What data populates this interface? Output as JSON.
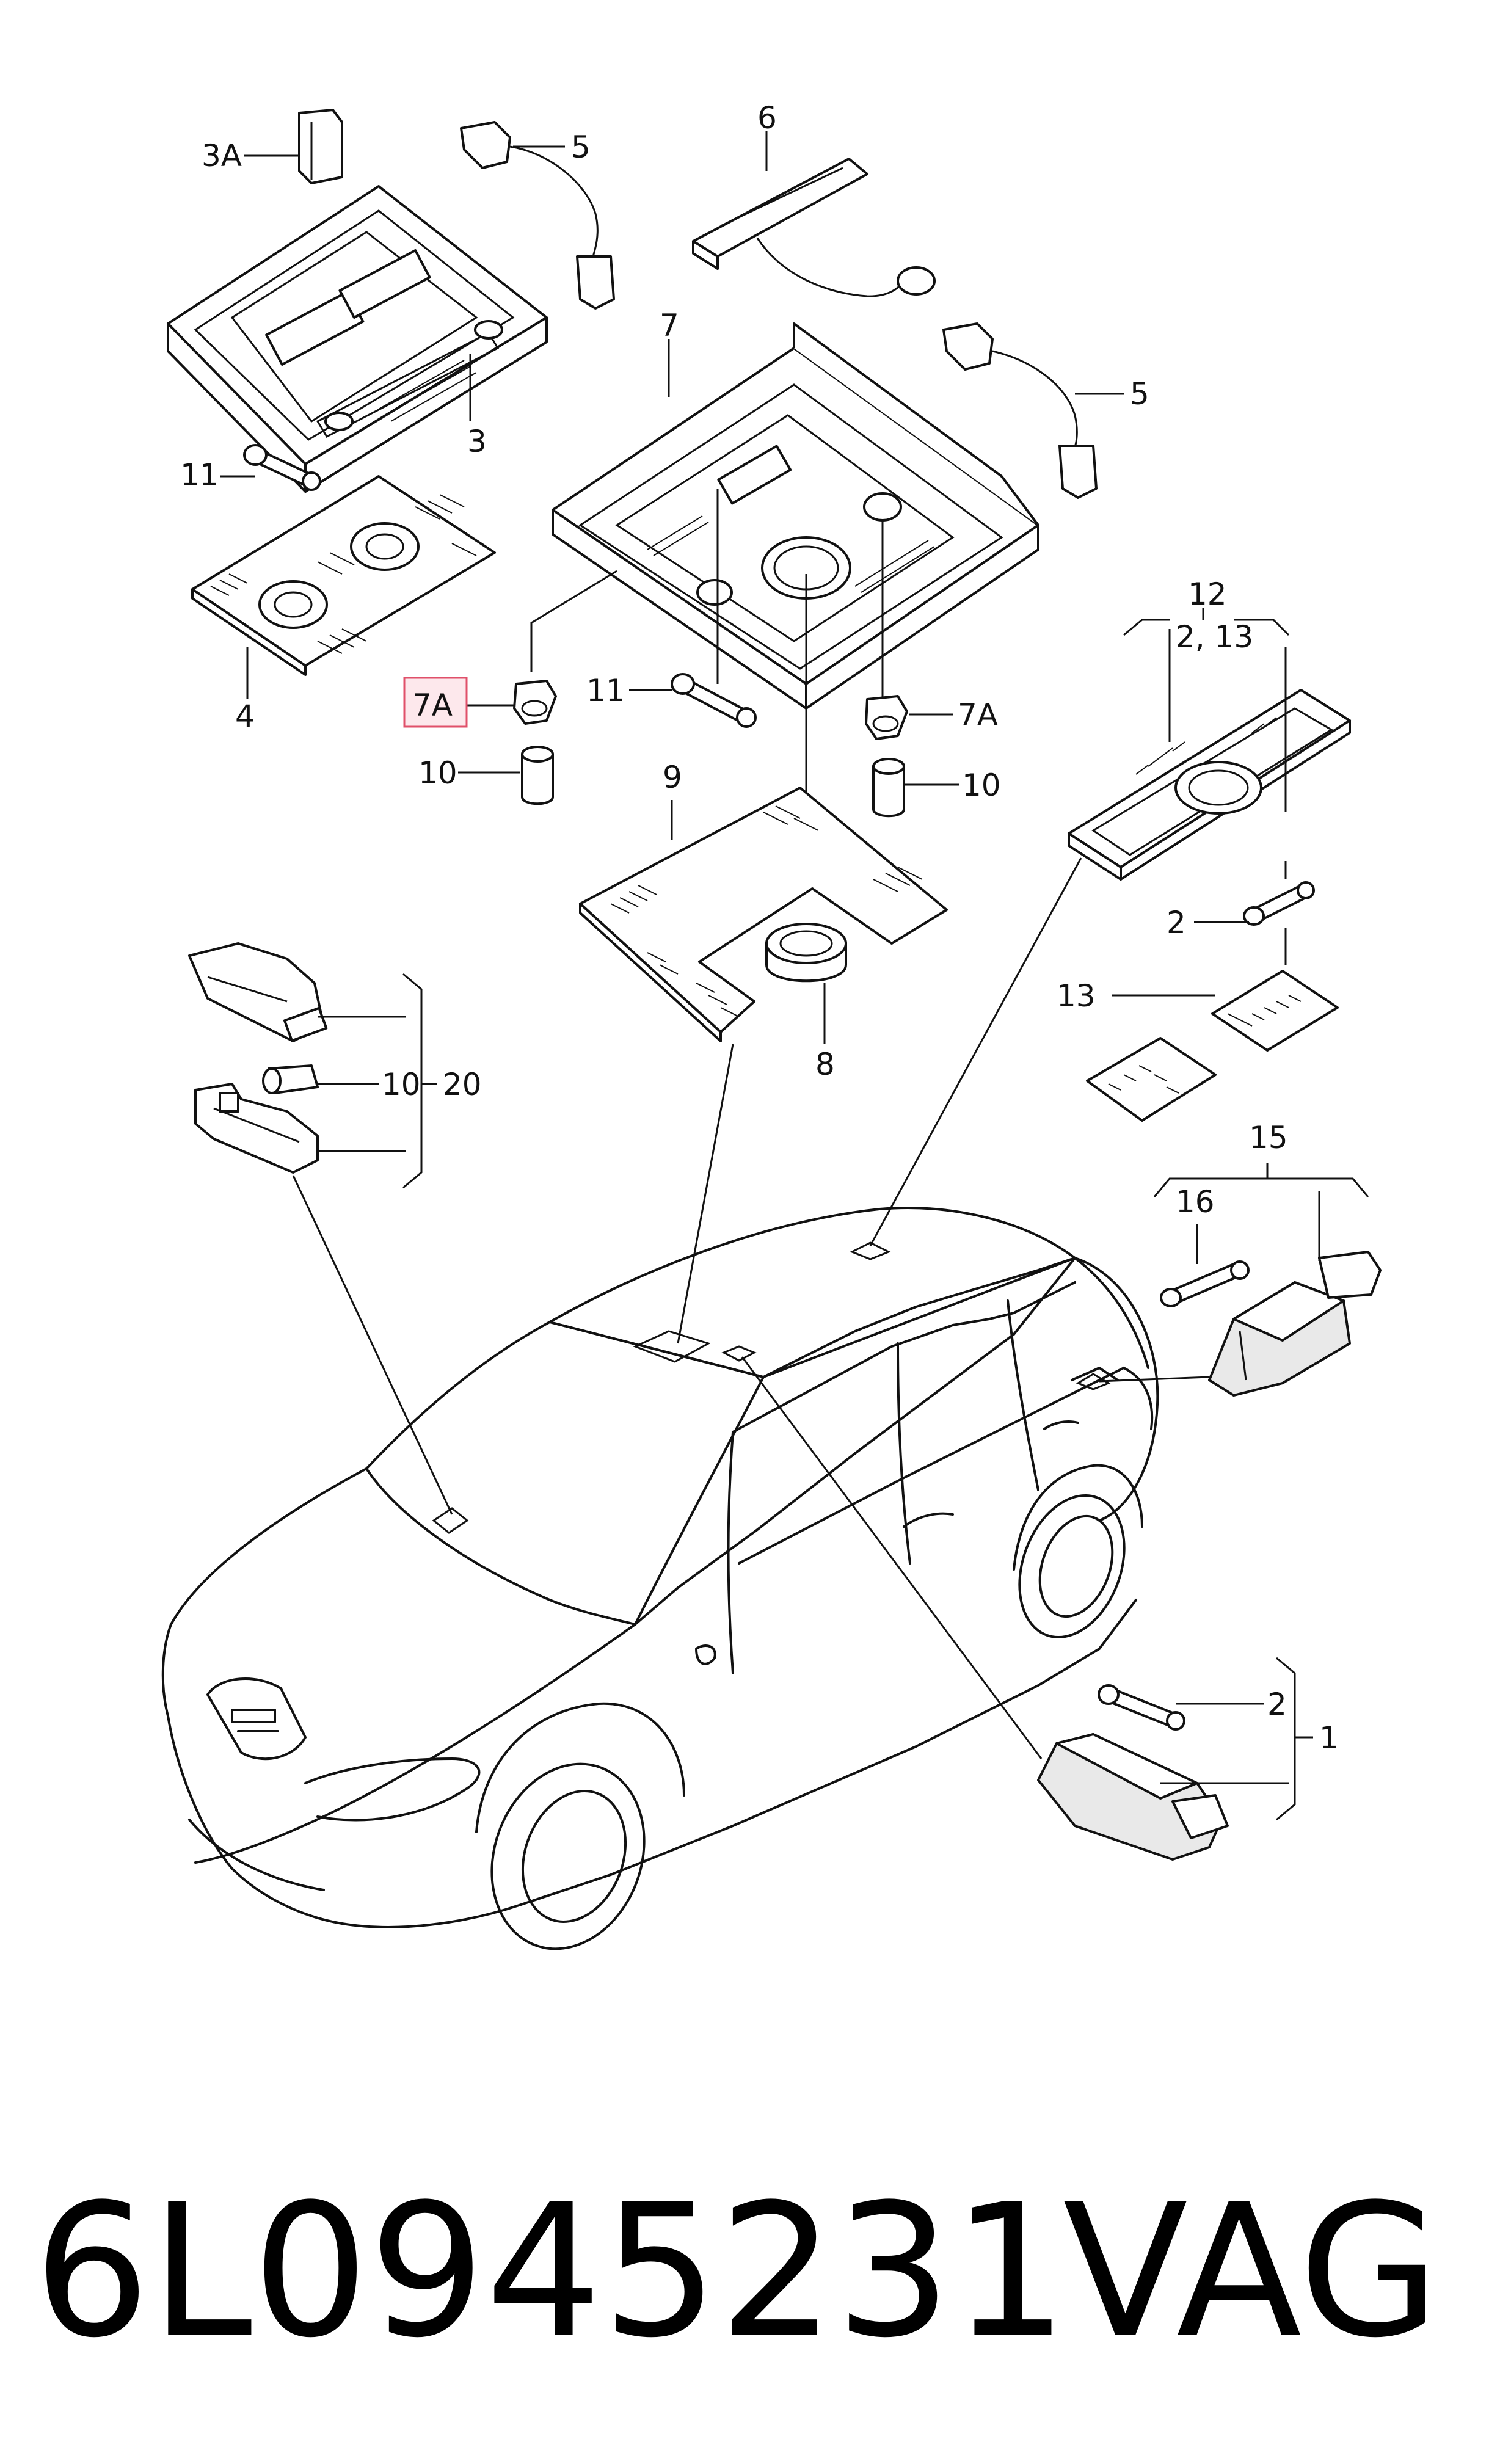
{
  "labels": {
    "l3A": "3A",
    "l5a": "5",
    "l6": "6",
    "l3": "3",
    "l7": "7",
    "l5b": "5",
    "l11a": "11",
    "l4": "4",
    "l7Aa": "7A",
    "l11b": "11",
    "l7Ab": "7A",
    "l10a": "10",
    "l10b": "10",
    "l9": "9",
    "l12": "12",
    "l2_13": "2, 13",
    "l2a": "2",
    "l13": "13",
    "l8": "8",
    "l10c": "10",
    "l20": "20",
    "l15": "15",
    "l16": "16",
    "l2b": "2",
    "l1": "1"
  },
  "highlighted_label": "7A",
  "footer": {
    "part_number": "6L0945231",
    "brand": "VAG"
  },
  "colors": {
    "line": "#111111",
    "highlight_border": "#e0506a",
    "highlight_fill": "#fde8ec"
  }
}
